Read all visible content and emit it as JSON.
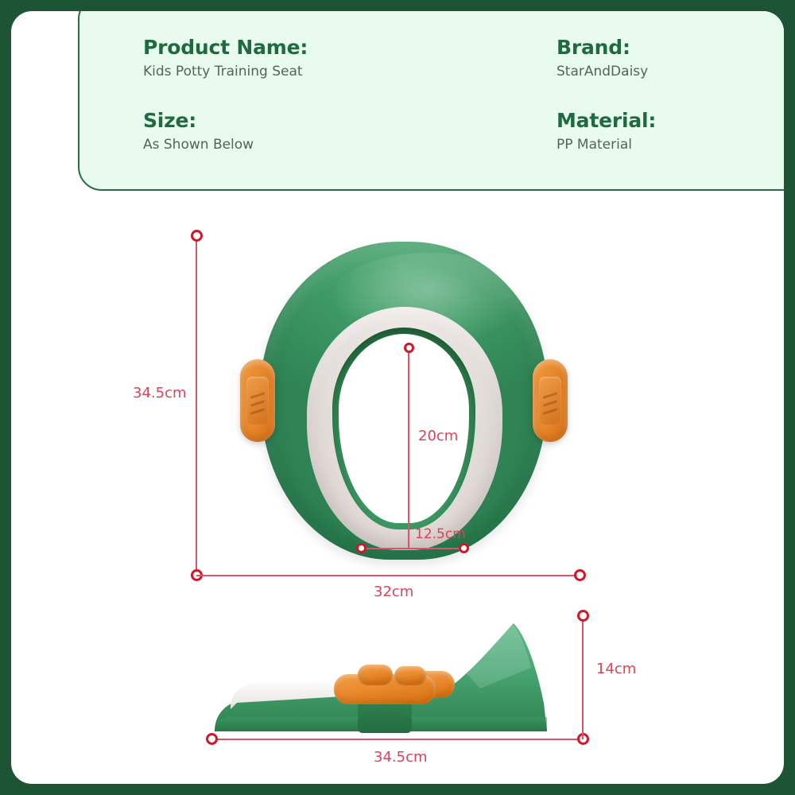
{
  "frame": {
    "border_color": "#1d5436",
    "page_background": "#ffffff"
  },
  "info_panel": {
    "background": "#e9fbee",
    "border_color": "#2d6b46",
    "label_color": "#1f6b40",
    "value_color": "#55635c",
    "fields": [
      {
        "label": "Product Name:",
        "value": "Kids Potty Training Seat"
      },
      {
        "label": "Brand:",
        "value": "StarAndDaisy"
      },
      {
        "label": "Size:",
        "value": "As Shown Below"
      },
      {
        "label": "Material:",
        "value": "PP Material"
      }
    ]
  },
  "product": {
    "colors": {
      "shell_green": "#3d9964",
      "dark_green": "#24713f",
      "ring_cream": "#e4dedb",
      "handle_orange": "#e8882b",
      "opening_white": "#ffffff"
    },
    "top_view": {
      "name": "top-view-of-potty-seat",
      "parts": [
        "green-shell",
        "cream-cushion-ring",
        "dark-green-inner-lip",
        "oval-opening",
        "left-orange-handle",
        "right-orange-handle"
      ]
    },
    "side_view": {
      "name": "side-view-of-potty-seat",
      "parts": [
        "green-wedge-body",
        "white-cushion",
        "orange-handle",
        "green-mounting-post"
      ]
    }
  },
  "dimensions": {
    "line_color": "#e0526a",
    "node_color": "#d0182b",
    "label_color": "#e0415a",
    "items": [
      {
        "id": "height-overall",
        "label": "34.5cm",
        "orientation": "vertical",
        "view": "top-view"
      },
      {
        "id": "width-overall",
        "label": "32cm",
        "orientation": "horizontal",
        "view": "top-view"
      },
      {
        "id": "opening-length",
        "label": "20cm",
        "orientation": "vertical",
        "view": "top-view"
      },
      {
        "id": "opening-width",
        "label": "12.5cm",
        "orientation": "horizontal",
        "view": "top-view"
      },
      {
        "id": "side-length",
        "label": "34.5cm",
        "orientation": "horizontal",
        "view": "side-view"
      },
      {
        "id": "side-height",
        "label": "14cm",
        "orientation": "vertical",
        "view": "side-view"
      }
    ]
  }
}
